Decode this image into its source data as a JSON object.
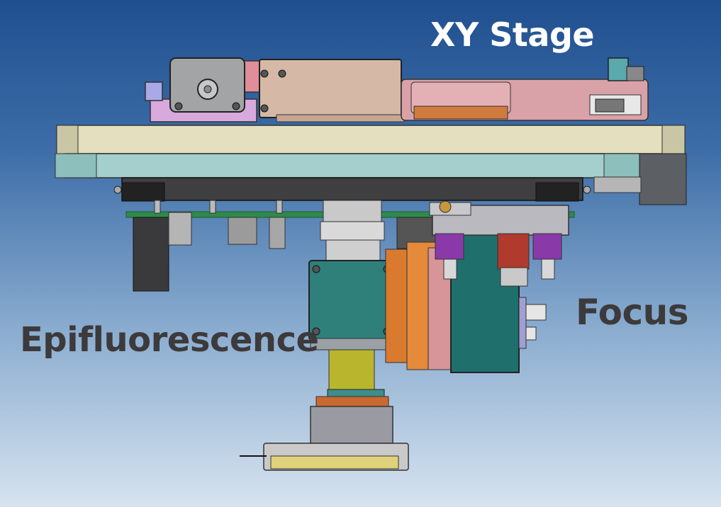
{
  "labels": {
    "xy_stage": "XY Stage",
    "focus": "Focus",
    "epifluorescence": "Epifluorescence"
  }
}
